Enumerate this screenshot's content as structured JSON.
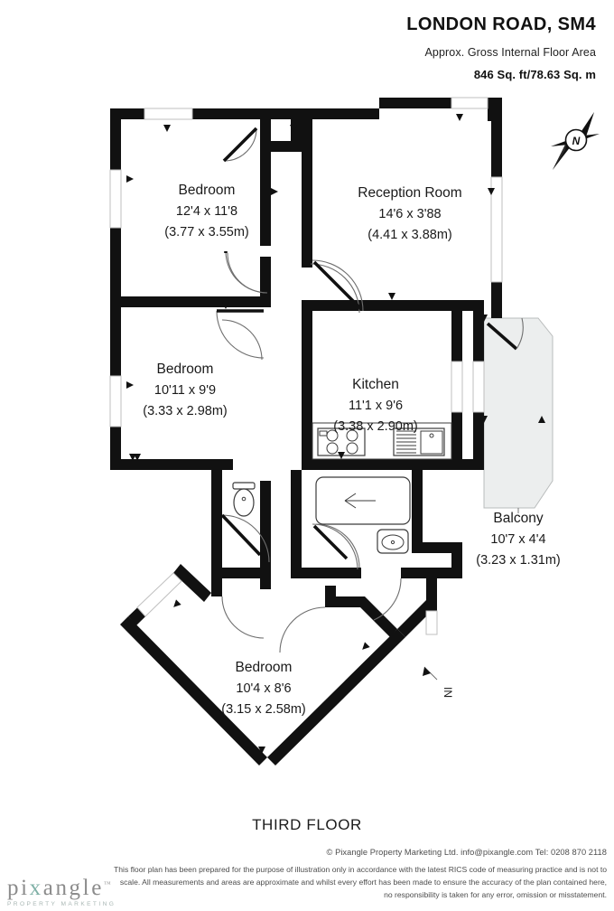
{
  "header": {
    "property_title": "LONDON ROAD, SM4",
    "area_caption": "Approx. Gross Internal Floor Area",
    "area_value": "846 Sq. ft/78.63 Sq. m"
  },
  "floor_label": "THIRD FLOOR",
  "compass": {
    "north_letter": "N"
  },
  "entrance": {
    "label": "IN"
  },
  "rooms": [
    {
      "key": "bedroom_1",
      "name": "Bedroom",
      "imperial": "12'4 x 11'8",
      "metric": "(3.77 x 3.55m)"
    },
    {
      "key": "reception",
      "name": "Reception Room",
      "imperial": "14'6 x 3'88",
      "metric": "(4.41 x 3.88m)"
    },
    {
      "key": "bedroom_2",
      "name": "Bedroom",
      "imperial": "10'11 x 9'9",
      "metric": "(3.33 x 2.98m)"
    },
    {
      "key": "kitchen",
      "name": "Kitchen",
      "imperial": "11'1 x 9'6",
      "metric": "(3.38 x 2.90m)"
    },
    {
      "key": "balcony",
      "name": "Balcony",
      "imperial": "10'7 x 4'4",
      "metric": "(3.23 x 1.31m)"
    },
    {
      "key": "bedroom_3",
      "name": "Bedroom",
      "imperial": "10'4 x 8'6",
      "metric": "(3.15 x 2.58m)"
    }
  ],
  "footer": {
    "copyright": "© Pixangle Property Marketing Ltd. info@pixangle.com Tel: 0208 870 2118",
    "disclaimer": "This floor plan has been prepared for the purpose of illustration only in accordance with the latest RICS code of measuring practice and is not to scale. All measurements and areas are approximate and whilst every effort has been made to ensure the accuracy of the plan contained here, no responsibility is taken for any error, omission or misstatement.",
    "logo_pre": "pi",
    "logo_x": "x",
    "logo_post": "angle",
    "logo_tm": "™",
    "logo_sub": "PROPERTY MARKETING"
  },
  "colors": {
    "wall": "#111111",
    "balcony_fill": "#eceeee",
    "logo_accent": "#7fb0a6",
    "text": "#1a1a1a"
  }
}
